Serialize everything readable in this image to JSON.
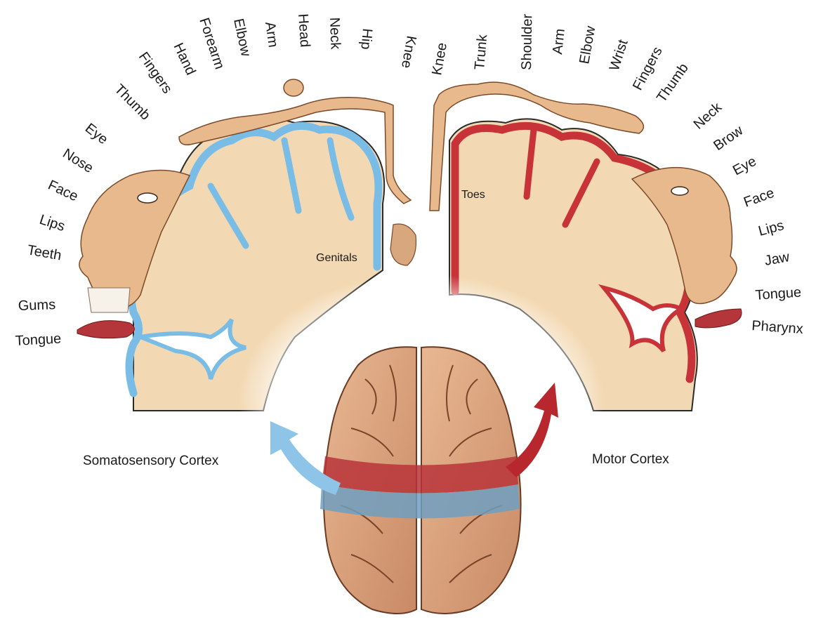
{
  "sensory_labels": [
    "Tongue",
    "Gums",
    "Teeth",
    "Lips",
    "Face",
    "Nose",
    "Eye",
    "Thumb",
    "Fingers",
    "Hand",
    "Forearm",
    "Elbow",
    "Arm",
    "Head",
    "Neck",
    "Hip",
    "Knee"
  ],
  "motor_labels": [
    "Knee",
    "Trunk",
    "Shoulder",
    "Arm",
    "Elbow",
    "Wrist",
    "Fingers",
    "Thumb",
    "Neck",
    "Brow",
    "Eye",
    "Face",
    "Lips",
    "Jaw",
    "Tongue",
    "Pharynx"
  ],
  "inner_labels": {
    "genitals": "Genitals",
    "toes": "Toes"
  },
  "captions": {
    "somatosensory": "Somatosensory Cortex",
    "motor": "Motor Cortex"
  },
  "colors": {
    "sensory": "#79bde6",
    "motor": "#c8333a",
    "tissue": "#f3d9b3",
    "skin": "#e8b98d",
    "brain": "#d9a07d"
  }
}
